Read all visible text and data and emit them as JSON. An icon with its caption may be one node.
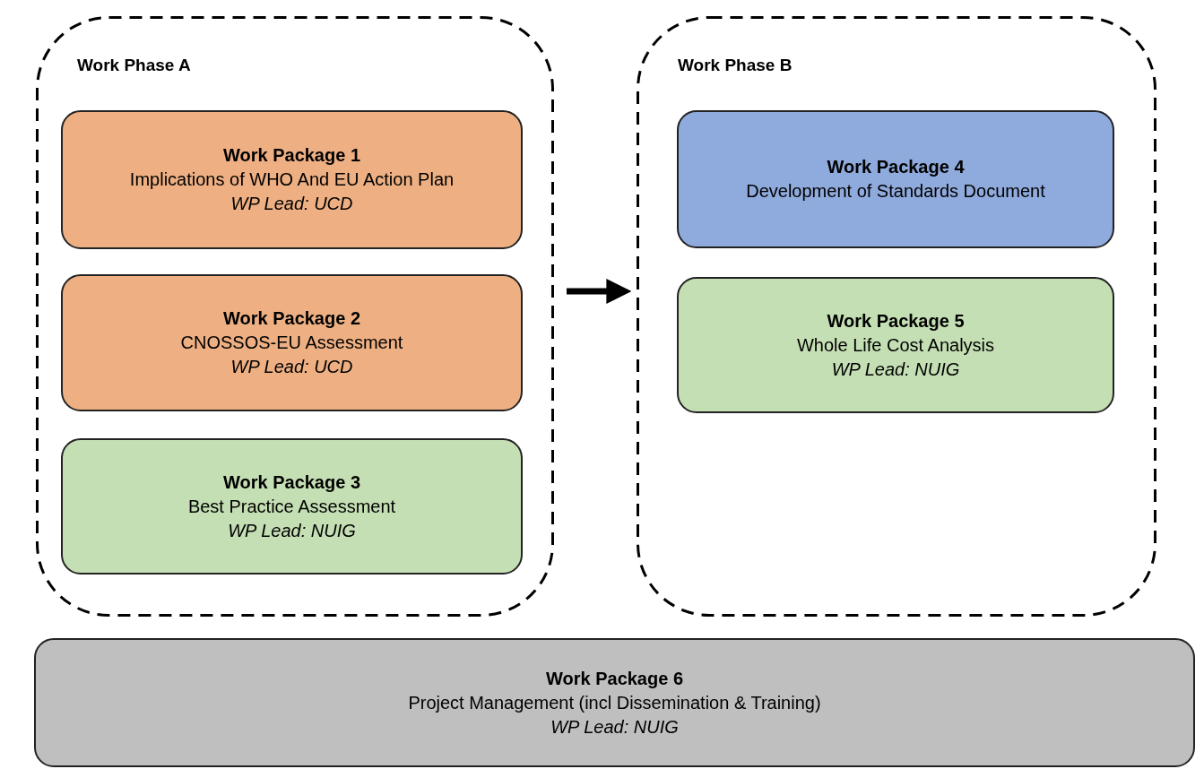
{
  "diagram": {
    "nodes": [
      {
        "text": [
          "Work Phase A"
        ]
      },
      {
        "text": [
          "Work Package 1",
          "Implications of WHO And EU Action Plan",
          "WP Lead: UCD"
        ],
        "in": 0
      },
      {
        "text": [
          "Work Package 2",
          "CNOSSOS-EU Assessment",
          "WP Lead: UCD"
        ],
        "in": 0
      },
      {
        "text": [
          "Work Package 3",
          "Best Practice Assessment",
          "WP Lead: NUIG"
        ],
        "in": 0
      },
      {
        "text": [
          "Work Phase B"
        ]
      },
      {
        "text": [
          "Work Package 4",
          "Development of Standards Document"
        ],
        "in": 4
      },
      {
        "text": [
          "Work Package 5",
          "Whole Life Cost Analysis",
          "WP Lead: NUIG"
        ],
        "in": 4
      },
      {
        "text": [
          "Work Package 6",
          "Project Management (incl Dissemination & Training)",
          "WP Lead: NUIG"
        ]
      }
    ],
    "edges": [
      {
        "from": 0,
        "to": 4,
        "arrow": "to"
      }
    ]
  }
}
